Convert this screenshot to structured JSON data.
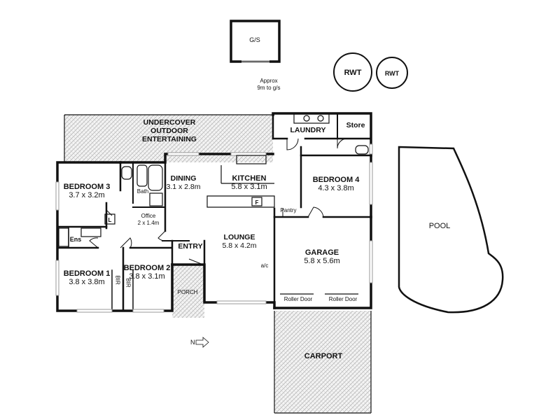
{
  "outbuildings": {
    "gs_label": "G/S",
    "gs_note_line1": "Approx",
    "gs_note_line2": "9m to g/s",
    "rwt_1": "RWT",
    "rwt_2": "RWT"
  },
  "rooms": {
    "undercover_line1": "UNDERCOVER",
    "undercover_line2": "OUTDOOR",
    "undercover_line3": "ENTERTAINING",
    "laundry": "LAUNDRY",
    "store": "Store",
    "bedroom3_name": "BEDROOM 3",
    "bedroom3_size": "3.7 x 3.2m",
    "bath": "Bath",
    "dining_name": "DINING",
    "dining_size": "3.1 x 2.8m",
    "kitchen_name": "KITCHEN",
    "kitchen_size": "5.8 x 3.1m",
    "fridge": "F",
    "bedroom4_name": "BEDROOM 4",
    "bedroom4_size": "4.3 x 3.8m",
    "pantry": "Pantry",
    "linen": "L",
    "office_name": "Office",
    "office_size": "2 x 1.4m",
    "ens": "Ens",
    "entry": "ENTRY",
    "lounge_name": "LOUNGE",
    "lounge_size": "5.8 x 4.2m",
    "ac": "a/c",
    "garage_name": "GARAGE",
    "garage_size": "5.8 x 5.6m",
    "bedroom1_name": "BEDROOM 1",
    "bedroom1_size": "3.8 x 3.8m",
    "bedroom2_name": "BEDROOM 2",
    "bedroom2_size": "3.8 x 3.1m",
    "bir_1": "BIR",
    "bir_2": "BIR",
    "porch": "PORCH",
    "roller_door_1": "Roller Door",
    "roller_door_2": "Roller Door",
    "carport": "CARPORT",
    "pool": "POOL"
  },
  "compass": {
    "north_label": "N"
  },
  "colors": {
    "wall": "#111111",
    "hatch": "#b5b5b5",
    "background": "#ffffff"
  }
}
